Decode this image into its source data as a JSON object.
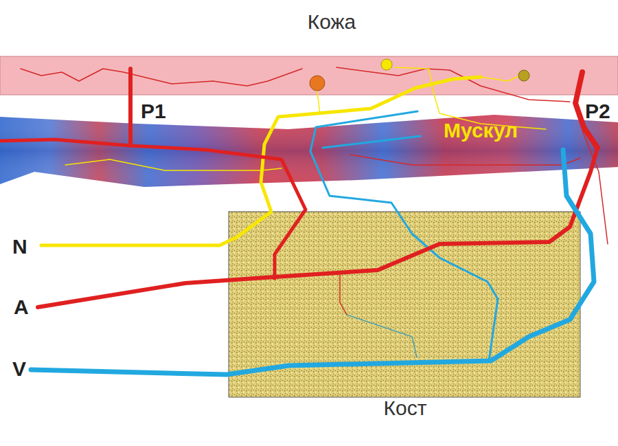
{
  "diagram": {
    "nodes": [
      {
        "text": [
          "Кожа"
        ]
      },
      {
        "text": [
          "Мускул"
        ]
      },
      {
        "text": [
          "Кост"
        ]
      }
    ],
    "labels": [
      "P1",
      "P2",
      "N",
      "A",
      "V"
    ]
  }
}
